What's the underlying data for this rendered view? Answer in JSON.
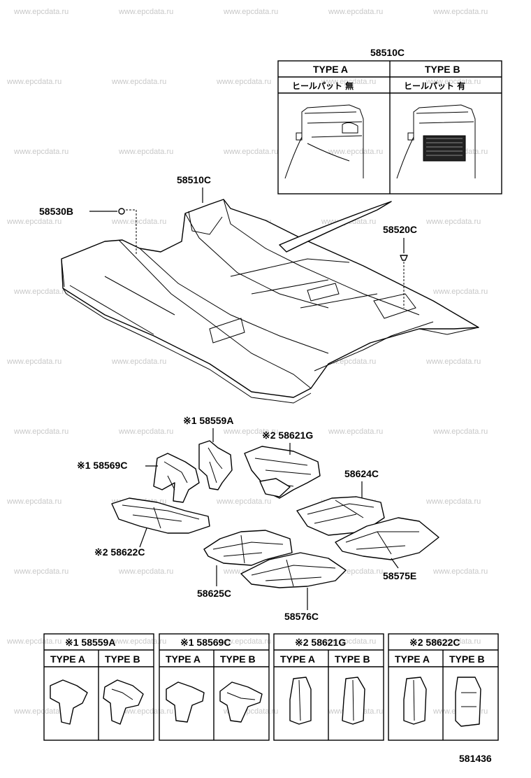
{
  "watermark": "www.epcdata.ru",
  "diagram_number": "581436",
  "inset_top": {
    "title": "58510C",
    "columns": [
      {
        "type": "TYPE A",
        "note": "ヒールパット 無"
      },
      {
        "type": "TYPE B",
        "note": "ヒールパット 有"
      }
    ]
  },
  "floor_labels": {
    "floor_pan": "58510C",
    "plug": "58530B",
    "clip": "58520C"
  },
  "parts_labels": {
    "p58559A": "※1 58559A",
    "p58569C": "※1 58569C",
    "p58621G": "※2 58621G",
    "p58624C": "58624C",
    "p58622C": "※2 58622C",
    "p58575E": "58575E",
    "p58625C": "58625C",
    "p58576C": "58576C"
  },
  "bottom_tables": [
    {
      "title": "※1 58559A",
      "col_a": "TYPE A",
      "col_b": "TYPE B"
    },
    {
      "title": "※1 58569C",
      "col_a": "TYPE A",
      "col_b": "TYPE B"
    },
    {
      "title": "※2 58621G",
      "col_a": "TYPE A",
      "col_b": "TYPE B"
    },
    {
      "title": "※2 58622C",
      "col_a": "TYPE A",
      "col_b": "TYPE B"
    }
  ]
}
